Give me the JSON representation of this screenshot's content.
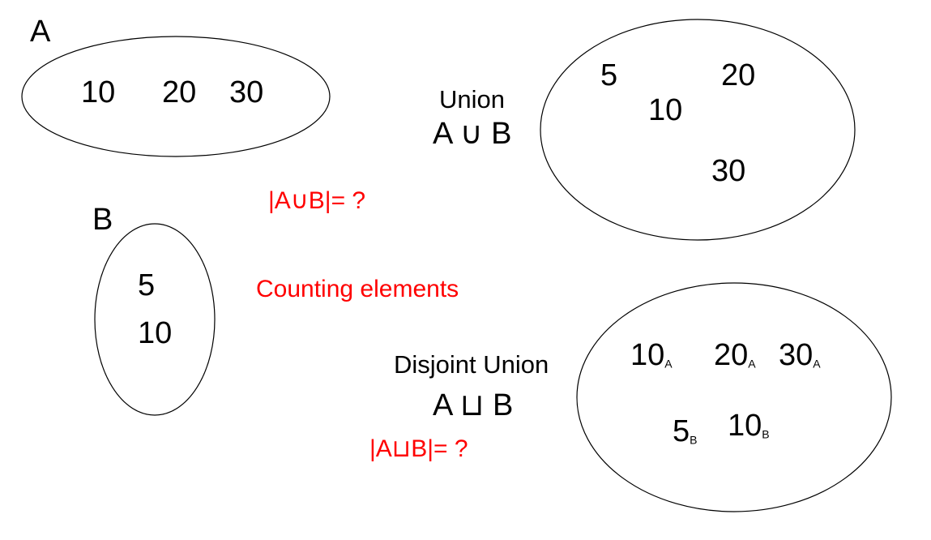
{
  "set_a": {
    "label": "A",
    "elements": [
      "10",
      "20",
      "30"
    ]
  },
  "set_b": {
    "label": "B",
    "elements": [
      "5",
      "10"
    ]
  },
  "union": {
    "title": "Union",
    "expression": "A ∪ B",
    "elements": [
      "5",
      "20",
      "10",
      "30"
    ],
    "cardinality_question": "|A∪B|= ?"
  },
  "counting_note": "Counting elements",
  "disjoint_union": {
    "title": "Disjoint Union",
    "expression": "A ⊔ B",
    "elements": [
      {
        "value": "10",
        "tag": "A"
      },
      {
        "value": "20",
        "tag": "A"
      },
      {
        "value": "30",
        "tag": "A"
      },
      {
        "value": "5",
        "tag": "B"
      },
      {
        "value": "10",
        "tag": "B"
      }
    ],
    "cardinality_question": "|A⊔B|= ?"
  },
  "colors": {
    "ink": "#000000",
    "accent": "#ff0000"
  }
}
